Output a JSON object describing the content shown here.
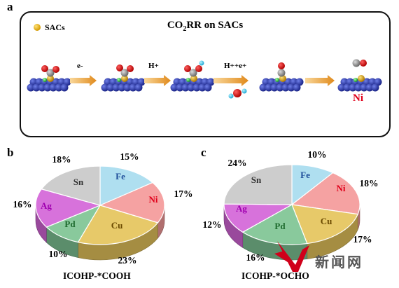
{
  "panel_a": {
    "letter": "a",
    "title_prefix": "CO",
    "title_sub": "2",
    "title_suffix": "RR on SACs",
    "legend_label": "SACs",
    "steps": [
      "e-",
      "H+",
      "H++e+"
    ],
    "final_label": "Ni"
  },
  "panel_b": {
    "letter": "b",
    "caption": "ICOHP-*COOH"
  },
  "panel_c": {
    "letter": "c",
    "caption": "ICOHP-*OCHO"
  },
  "watermark": "新闻网",
  "chart_data": [
    {
      "type": "pie",
      "title": "ICOHP-*COOH",
      "slices": [
        {
          "label": "Fe",
          "value": 15,
          "pct_label": "15%",
          "color": "#a8dcef"
        },
        {
          "label": "Ni",
          "value": 17,
          "pct_label": "17%",
          "color": "#f49a9a"
        },
        {
          "label": "Cu",
          "value": 23,
          "pct_label": "23%",
          "color": "#e5c45c"
        },
        {
          "label": "Pd",
          "value": 10,
          "pct_label": "10%",
          "color": "#7fc494"
        },
        {
          "label": "Ag",
          "value": 16,
          "pct_label": "16%",
          "color": "#d466d8"
        },
        {
          "label": "Sn",
          "value": 18,
          "pct_label": "18%",
          "color": "#c9c9c9"
        }
      ]
    },
    {
      "type": "pie",
      "title": "ICOHP-*OCHO",
      "slices": [
        {
          "label": "Fe",
          "value": 10,
          "pct_label": "10%",
          "color": "#a8dcef"
        },
        {
          "label": "Ni",
          "value": 18,
          "pct_label": "18%",
          "color": "#f49a9a"
        },
        {
          "label": "Cu",
          "value": 17,
          "pct_label": "17%",
          "color": "#e5c45c"
        },
        {
          "label": "Pd",
          "value": 16,
          "pct_label": "16%",
          "color": "#7fc494"
        },
        {
          "label": "Ag",
          "value": 12,
          "pct_label": "12%",
          "color": "#d466d8"
        },
        {
          "label": "Sn",
          "value": 24,
          "pct_label": "24%",
          "color": "#c9c9c9"
        }
      ]
    }
  ],
  "label_colors": {
    "Fe": "#1f4e9a",
    "Ni": "#e0001a",
    "Cu": "#6b4a00",
    "Pd": "#1e6b2e",
    "Ag": "#a000b0",
    "Sn": "#333333"
  }
}
